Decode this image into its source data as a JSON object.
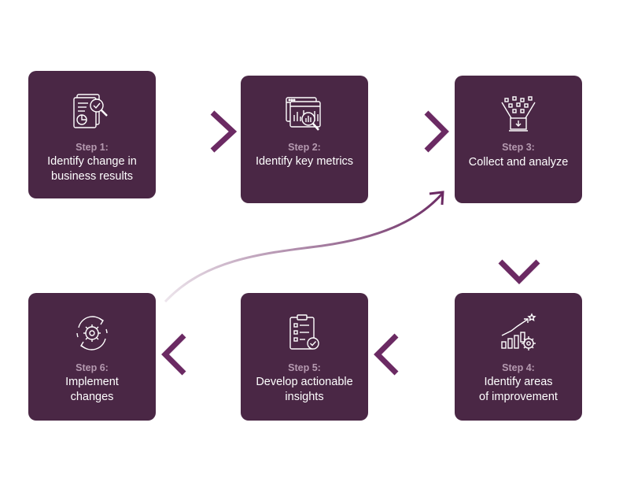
{
  "steps": [
    {
      "label": "Step 1:",
      "text": "Identify change in\nbusiness results",
      "icon": "document-search-icon"
    },
    {
      "label": "Step 2:",
      "text": "Identify key metrics",
      "icon": "analytics-magnifier-icon"
    },
    {
      "label": "Step 3:",
      "text": "Collect and analyze",
      "icon": "data-collection-funnel-icon"
    },
    {
      "label": "Step 4:",
      "text": "Identify areas\nof improvement",
      "icon": "growth-chart-gear-icon"
    },
    {
      "label": "Step 5:",
      "text": "Develop actionable\ninsights",
      "icon": "clipboard-checklist-icon"
    },
    {
      "label": "Step 6:",
      "text": "Implement\nchanges",
      "icon": "cycle-gear-icon"
    }
  ],
  "colors": {
    "box": "#4a2745",
    "arrow": "#6b2a63",
    "label": "#b59ab0",
    "text": "#ffffff"
  }
}
